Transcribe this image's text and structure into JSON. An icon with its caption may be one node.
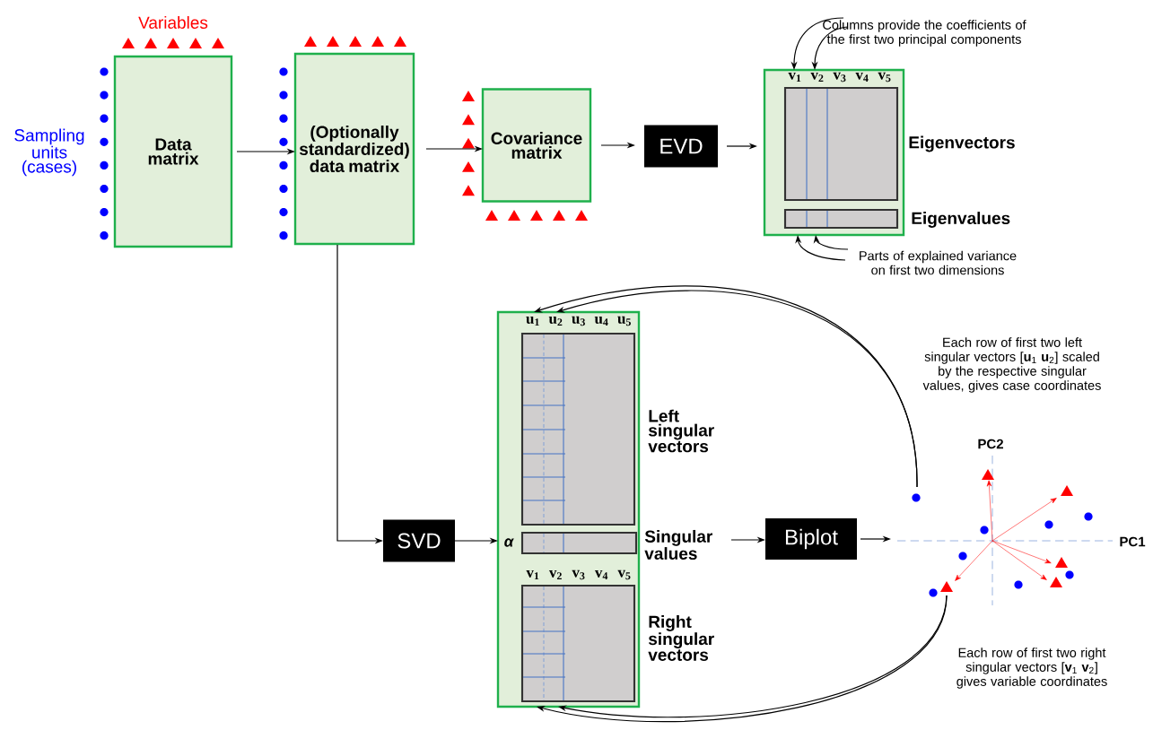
{
  "diagram": {
    "nodes": [
      {
        "text": [
          "Data matrix"
        ]
      },
      {
        "text": [
          "(Optionally standardized) data matrix"
        ]
      },
      {
        "text": [
          "Covariance matrix"
        ]
      },
      {
        "text": [
          "EVD"
        ]
      },
      {
        "text": [],
        "shape": "box"
      },
      {
        "text": [
          "Eigenvectors"
        ],
        "in": 4
      },
      {
        "text": [
          "Eigenvalues"
        ],
        "in": 4
      },
      {
        "text": [
          "Columns provide the coefficients of the first two principal components"
        ]
      },
      {
        "text": [
          "Parts of explained variance on first two dimensions"
        ]
      },
      {
        "text": [
          "SVD"
        ]
      },
      {
        "text": [],
        "shape": "box"
      },
      {
        "text": [
          "Left singular vectors"
        ],
        "in": 10
      },
      {
        "text": [
          "Singular values"
        ],
        "in": 10
      },
      {
        "text": [
          "Right singular vectors"
        ],
        "in": 10
      },
      {
        "text": [
          "Biplot"
        ]
      },
      {
        "text": [],
        "shape": "picture"
      }
    ],
    "edges": [
      {
        "from": 0,
        "to": 1,
        "arrow": "to"
      },
      {
        "from": 1,
        "to": 2,
        "arrow": "to"
      },
      {
        "from": 2,
        "to": 3,
        "arrow": "to"
      },
      {
        "from": 3,
        "to": 4,
        "arrow": "to"
      },
      {
        "from": 7,
        "to": 4,
        "arrow": "to"
      },
      {
        "from": 7,
        "to": 4,
        "arrow": "to"
      },
      {
        "from": 8,
        "to": 4,
        "arrow": "to"
      },
      {
        "from": 8,
        "to": 4,
        "arrow": "to"
      },
      {
        "from": 1,
        "to": 9,
        "arrow": "to"
      },
      {
        "from": 9,
        "to": 10,
        "arrow": "to"
      },
      {
        "from": 12,
        "to": 14,
        "arrow": "to"
      },
      {
        "from": 14,
        "to": 15,
        "arrow": "to"
      },
      {
        "from": 15,
        "to": 10,
        "arrow": "to"
      },
      {
        "from": 15,
        "to": 10,
        "arrow": "to"
      },
      {
        "from": 15,
        "to": 10,
        "arrow": "to"
      },
      {
        "from": 15,
        "to": 10,
        "arrow": "to"
      }
    ],
    "labels": [
      "Variables",
      "Sampling units (cases)",
      "v$_{1}$",
      "v$_{2}$",
      "v$_{3}$",
      "v$_{4}$",
      "v$_{5}$",
      "u$_{1}$",
      "u$_{2}$",
      "u$_{3}$",
      "u$_{4}$",
      "u$_{5}$",
      "α",
      "v$_{1}$",
      "v$_{2}$",
      "v$_{3}$",
      "v$_{4}$",
      "v$_{5}$",
      "Each row of first two left singular vectors [**u**$_{1}$  **u**$_{2}$] scaled by the respective singular values, gives case coordinates",
      "PC2",
      "PC1",
      "Each row of first two right singular vectors [**v**$_{1}$  **v**$_{2}$] gives variable coordinates"
    ]
  }
}
